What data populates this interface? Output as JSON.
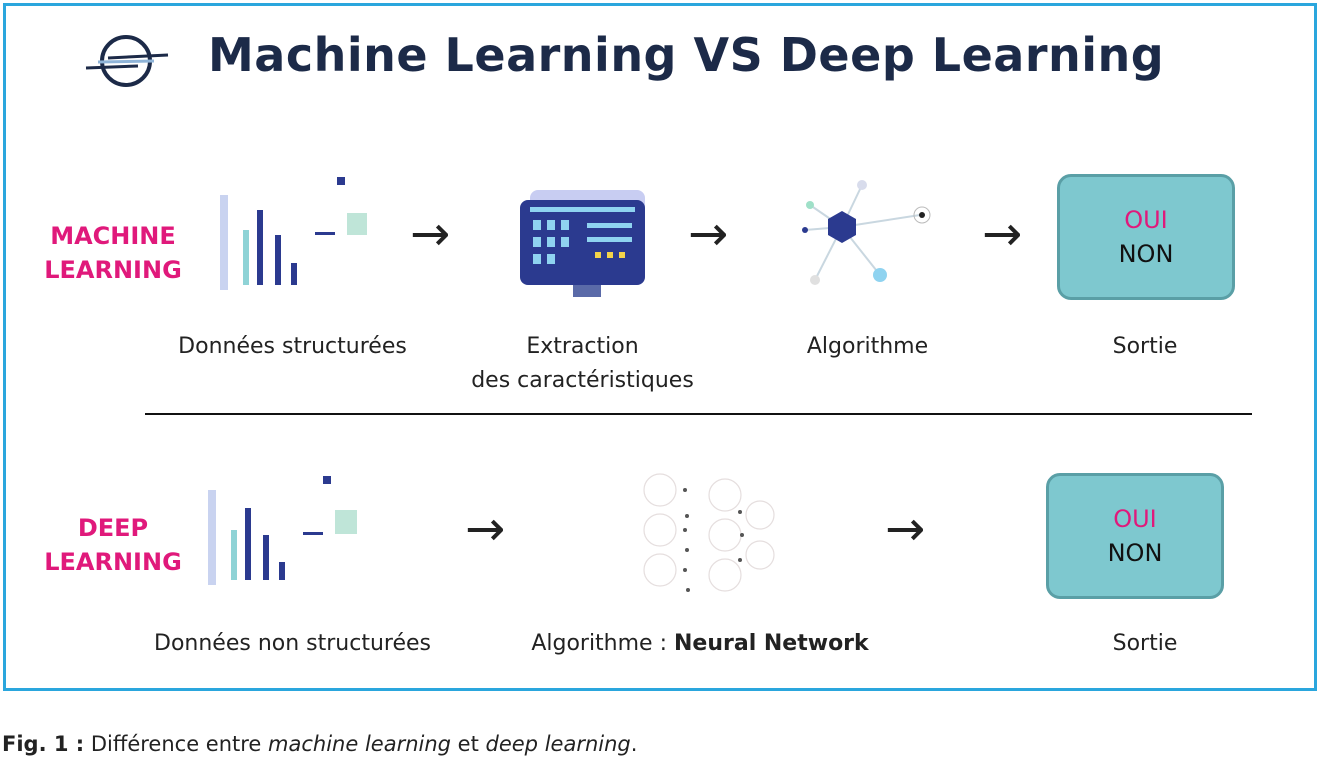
{
  "title": "Machine Learning VS Deep Learning",
  "machine_learning": {
    "label_line1": "MACHINE",
    "label_line2": "LEARNING",
    "steps": [
      "Données structurées",
      "Extraction",
      "des caractéristiques",
      "Algorithme",
      "Sortie"
    ],
    "output": {
      "yes": "OUI",
      "no": "NON"
    }
  },
  "deep_learning": {
    "label_line1": "DEEP",
    "label_line2": "LEARNING",
    "steps": [
      "Données non structurées",
      "Algorithme : ",
      "Neural Network",
      "Sortie"
    ],
    "output": {
      "yes": "OUI",
      "no": "NON"
    }
  },
  "arrow": "→",
  "caption": {
    "fig": "Fig. 1 :",
    "text1": " Différence entre ",
    "em1": "machine learning",
    "text2": " et ",
    "em2": "deep learning",
    "text3": "."
  },
  "colors": {
    "border": "#2aa6dd",
    "title": "#1c2a48",
    "accent": "#e0197b",
    "output_box": "#7ec8cf"
  }
}
